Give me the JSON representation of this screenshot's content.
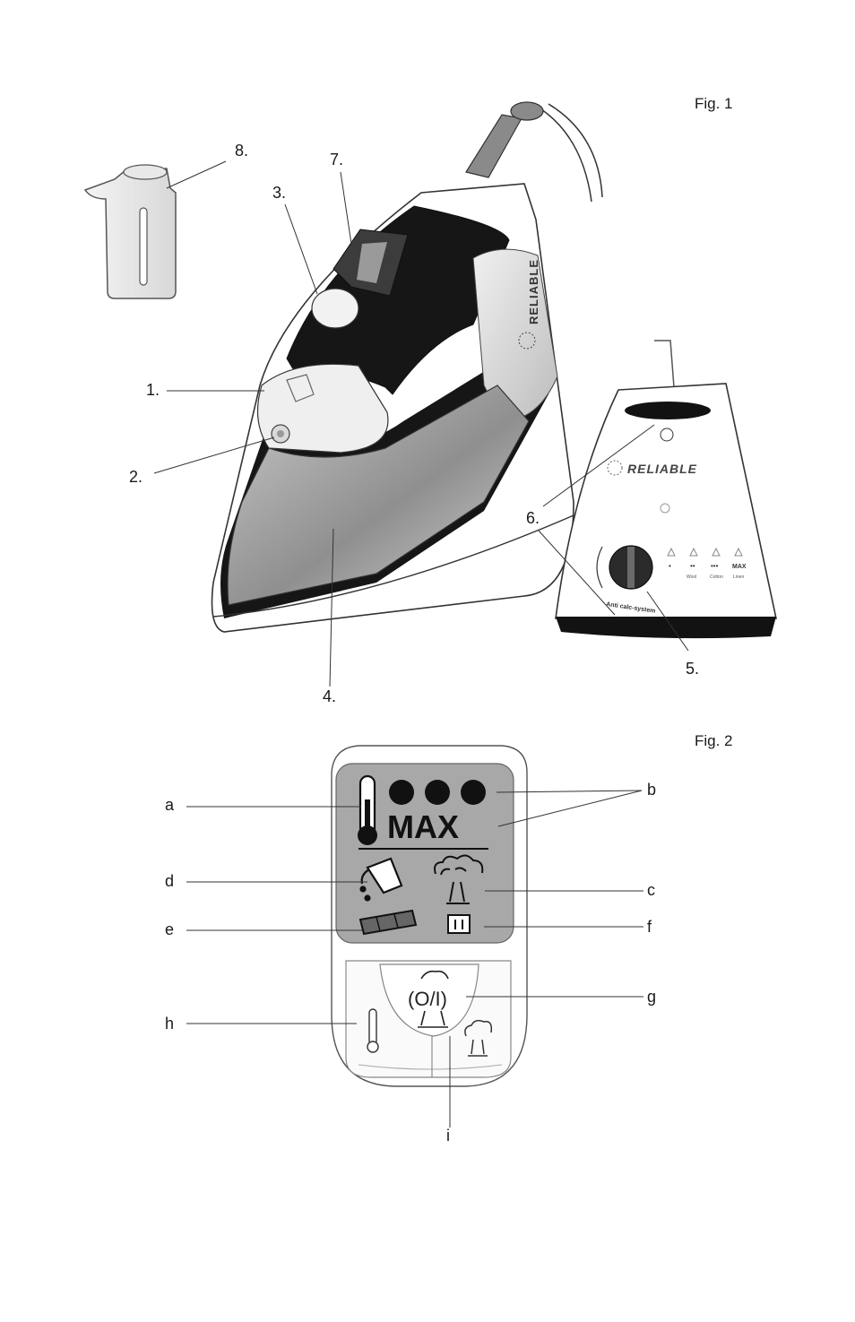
{
  "fig1": {
    "title": "Fig. 1",
    "brand": "RELIABLE",
    "dial_text": "Anti calc-system",
    "settings": [
      "•",
      "••",
      "•••",
      "MAX"
    ],
    "setting_names": [
      "Wool",
      "Cotton",
      "Linen"
    ],
    "callouts": [
      "1.",
      "2.",
      "3.",
      "4.",
      "5.",
      "6.",
      "6.",
      "7.",
      "8."
    ]
  },
  "fig2": {
    "title": "Fig. 2",
    "max_text": "MAX",
    "power_symbol": "(O/I)",
    "callouts": [
      "a",
      "b",
      "c",
      "d",
      "e",
      "f",
      "g",
      "h",
      "i"
    ]
  },
  "colors": {
    "ink": "#1a1a1a",
    "panel": "#a8a8a8",
    "dark": "#151515",
    "sole": "#9a9a9a"
  }
}
